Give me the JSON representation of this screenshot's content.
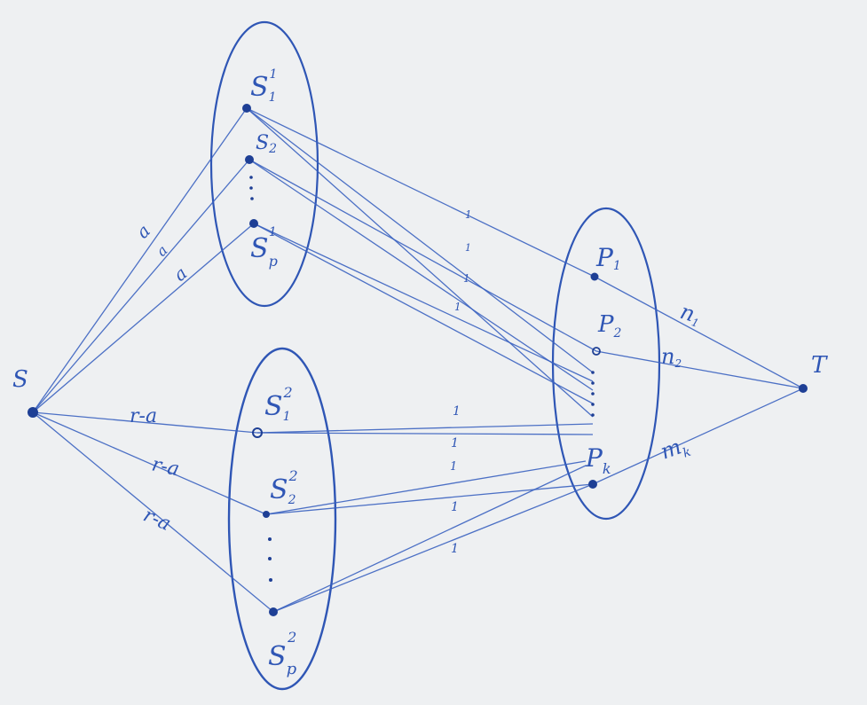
{
  "colors": {
    "ink": "#2f56b5",
    "node": "#1e3f95",
    "paper": "#eef0f2"
  },
  "nodes": {
    "source": "S",
    "sink": "T",
    "s1_first": "S",
    "s1_first_sub": "1",
    "s1_first_idx": "1",
    "s1_second": "S",
    "s1_second_sub": "2",
    "s1_last": "S",
    "s1_last_sub": "p",
    "s1_last_idx": "1",
    "s2_first": "S",
    "s2_first_sub": "1",
    "s2_first_idx": "2",
    "s2_second": "S",
    "s2_second_sub": "2",
    "s2_second_idx": "2",
    "s2_last": "S",
    "s2_last_sub": "p",
    "s2_last_idx": "2",
    "p1": "P",
    "p1_sub": "1",
    "p2": "P",
    "p2_sub": "2",
    "pk": "P",
    "pk_sub": "k"
  },
  "edge_labels": {
    "source_to_s1": [
      "a",
      "a",
      "a"
    ],
    "source_to_s2": [
      "r-a",
      "r-a",
      "r-a"
    ],
    "middle_upper": [
      "1",
      "1",
      "1",
      "1"
    ],
    "middle_lower": [
      "1",
      "1",
      "1",
      "1",
      "1"
    ],
    "p_to_sink": [
      "n",
      "n",
      "m"
    ],
    "p_to_sink_sub": [
      "1",
      "2",
      "k"
    ]
  }
}
